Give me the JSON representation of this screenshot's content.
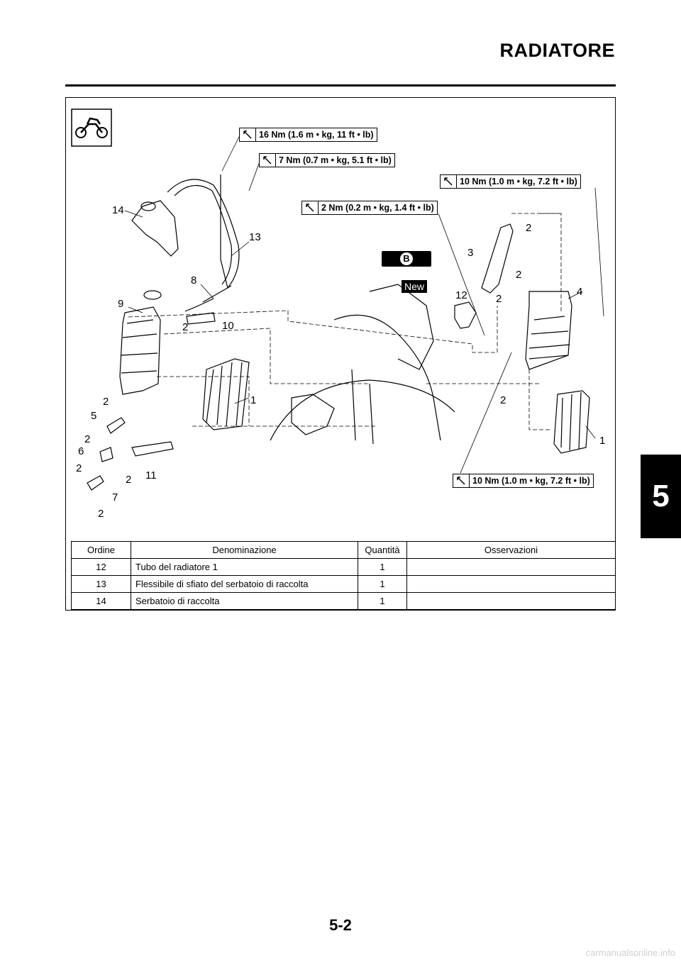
{
  "page": {
    "title": "RADIATORE",
    "chapter_tab": "5",
    "page_number": "5-2",
    "watermark": "carmanualsonline.info"
  },
  "diagram": {
    "torque_specs": [
      "16 Nm (1.6 m • kg, 11 ft • lb)",
      "7 Nm (0.7 m • kg, 5.1 ft • lb)",
      "10 Nm (1.0 m • kg, 7.2 ft • lb)",
      "2 Nm (0.2 m • kg, 1.4 ft • lb)",
      "10 Nm (1.0 m • kg, 7.2 ft • lb)"
    ],
    "lube_symbol": "B",
    "new_badge": "New",
    "callouts": [
      "14",
      "13",
      "8",
      "9",
      "2",
      "10",
      "2",
      "5",
      "2",
      "6",
      "2",
      "2",
      "11",
      "7",
      "2",
      "1",
      "2",
      "3",
      "12",
      "2",
      "2",
      "4",
      "2",
      "1"
    ]
  },
  "table": {
    "headers": [
      "Ordine",
      "Denominazione",
      "Quantità",
      "Osservazioni"
    ],
    "rows": [
      {
        "order": "12",
        "name": "Tubo del radiatore 1",
        "qty": "1",
        "notes": ""
      },
      {
        "order": "13",
        "name": "Flessibile di sfiato del serbatoio di raccolta",
        "qty": "1",
        "notes": ""
      },
      {
        "order": "14",
        "name": "Serbatoio di raccolta",
        "qty": "1",
        "notes": ""
      }
    ]
  }
}
